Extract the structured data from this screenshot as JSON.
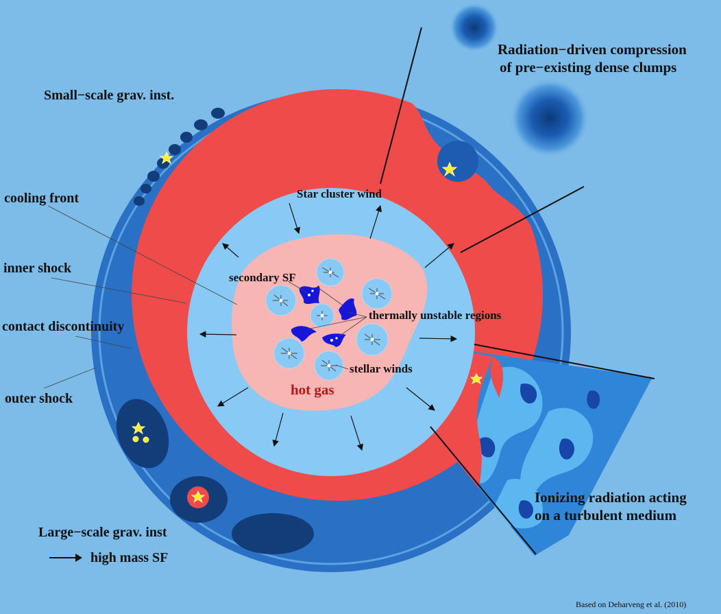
{
  "labels": {
    "radiation_compression": [
      "Radiation−driven compression",
      "of pre−existing dense clumps"
    ],
    "small_scale": "Small−scale grav. inst.",
    "cooling_front": "cooling front",
    "inner_shock": "inner shock",
    "contact_discontinuity": "contact discontinuity",
    "outer_shock": "outer shock",
    "star_cluster_wind": "Star cluster wind",
    "secondary_sf": "secondary SF",
    "thermally_unstable": "thermally unstable regions",
    "stellar_winds": "stellar winds",
    "hot_gas": "hot gas",
    "ionizing": [
      "Ionizing radiation acting",
      "on a turbulent medium"
    ],
    "large_scale": "Large−scale grav. inst",
    "high_mass_sf": "high mass SF",
    "credit": "Based on Deharveng et al. (2010)"
  },
  "colors": {
    "background": "#7dbbe8",
    "outer_ring": "#2a70c4",
    "dense_clump": "#123d78",
    "shell": "#ef4b4b",
    "cavity": "#88caf5",
    "hot_gas": "#f7b5b3",
    "hot_gas_text": "#b01818",
    "star": "#ffee33",
    "secondary_sf": "#1616d8",
    "turbulent_light": "#40a0e8",
    "turbulent_dark": "#1a4fb0"
  }
}
